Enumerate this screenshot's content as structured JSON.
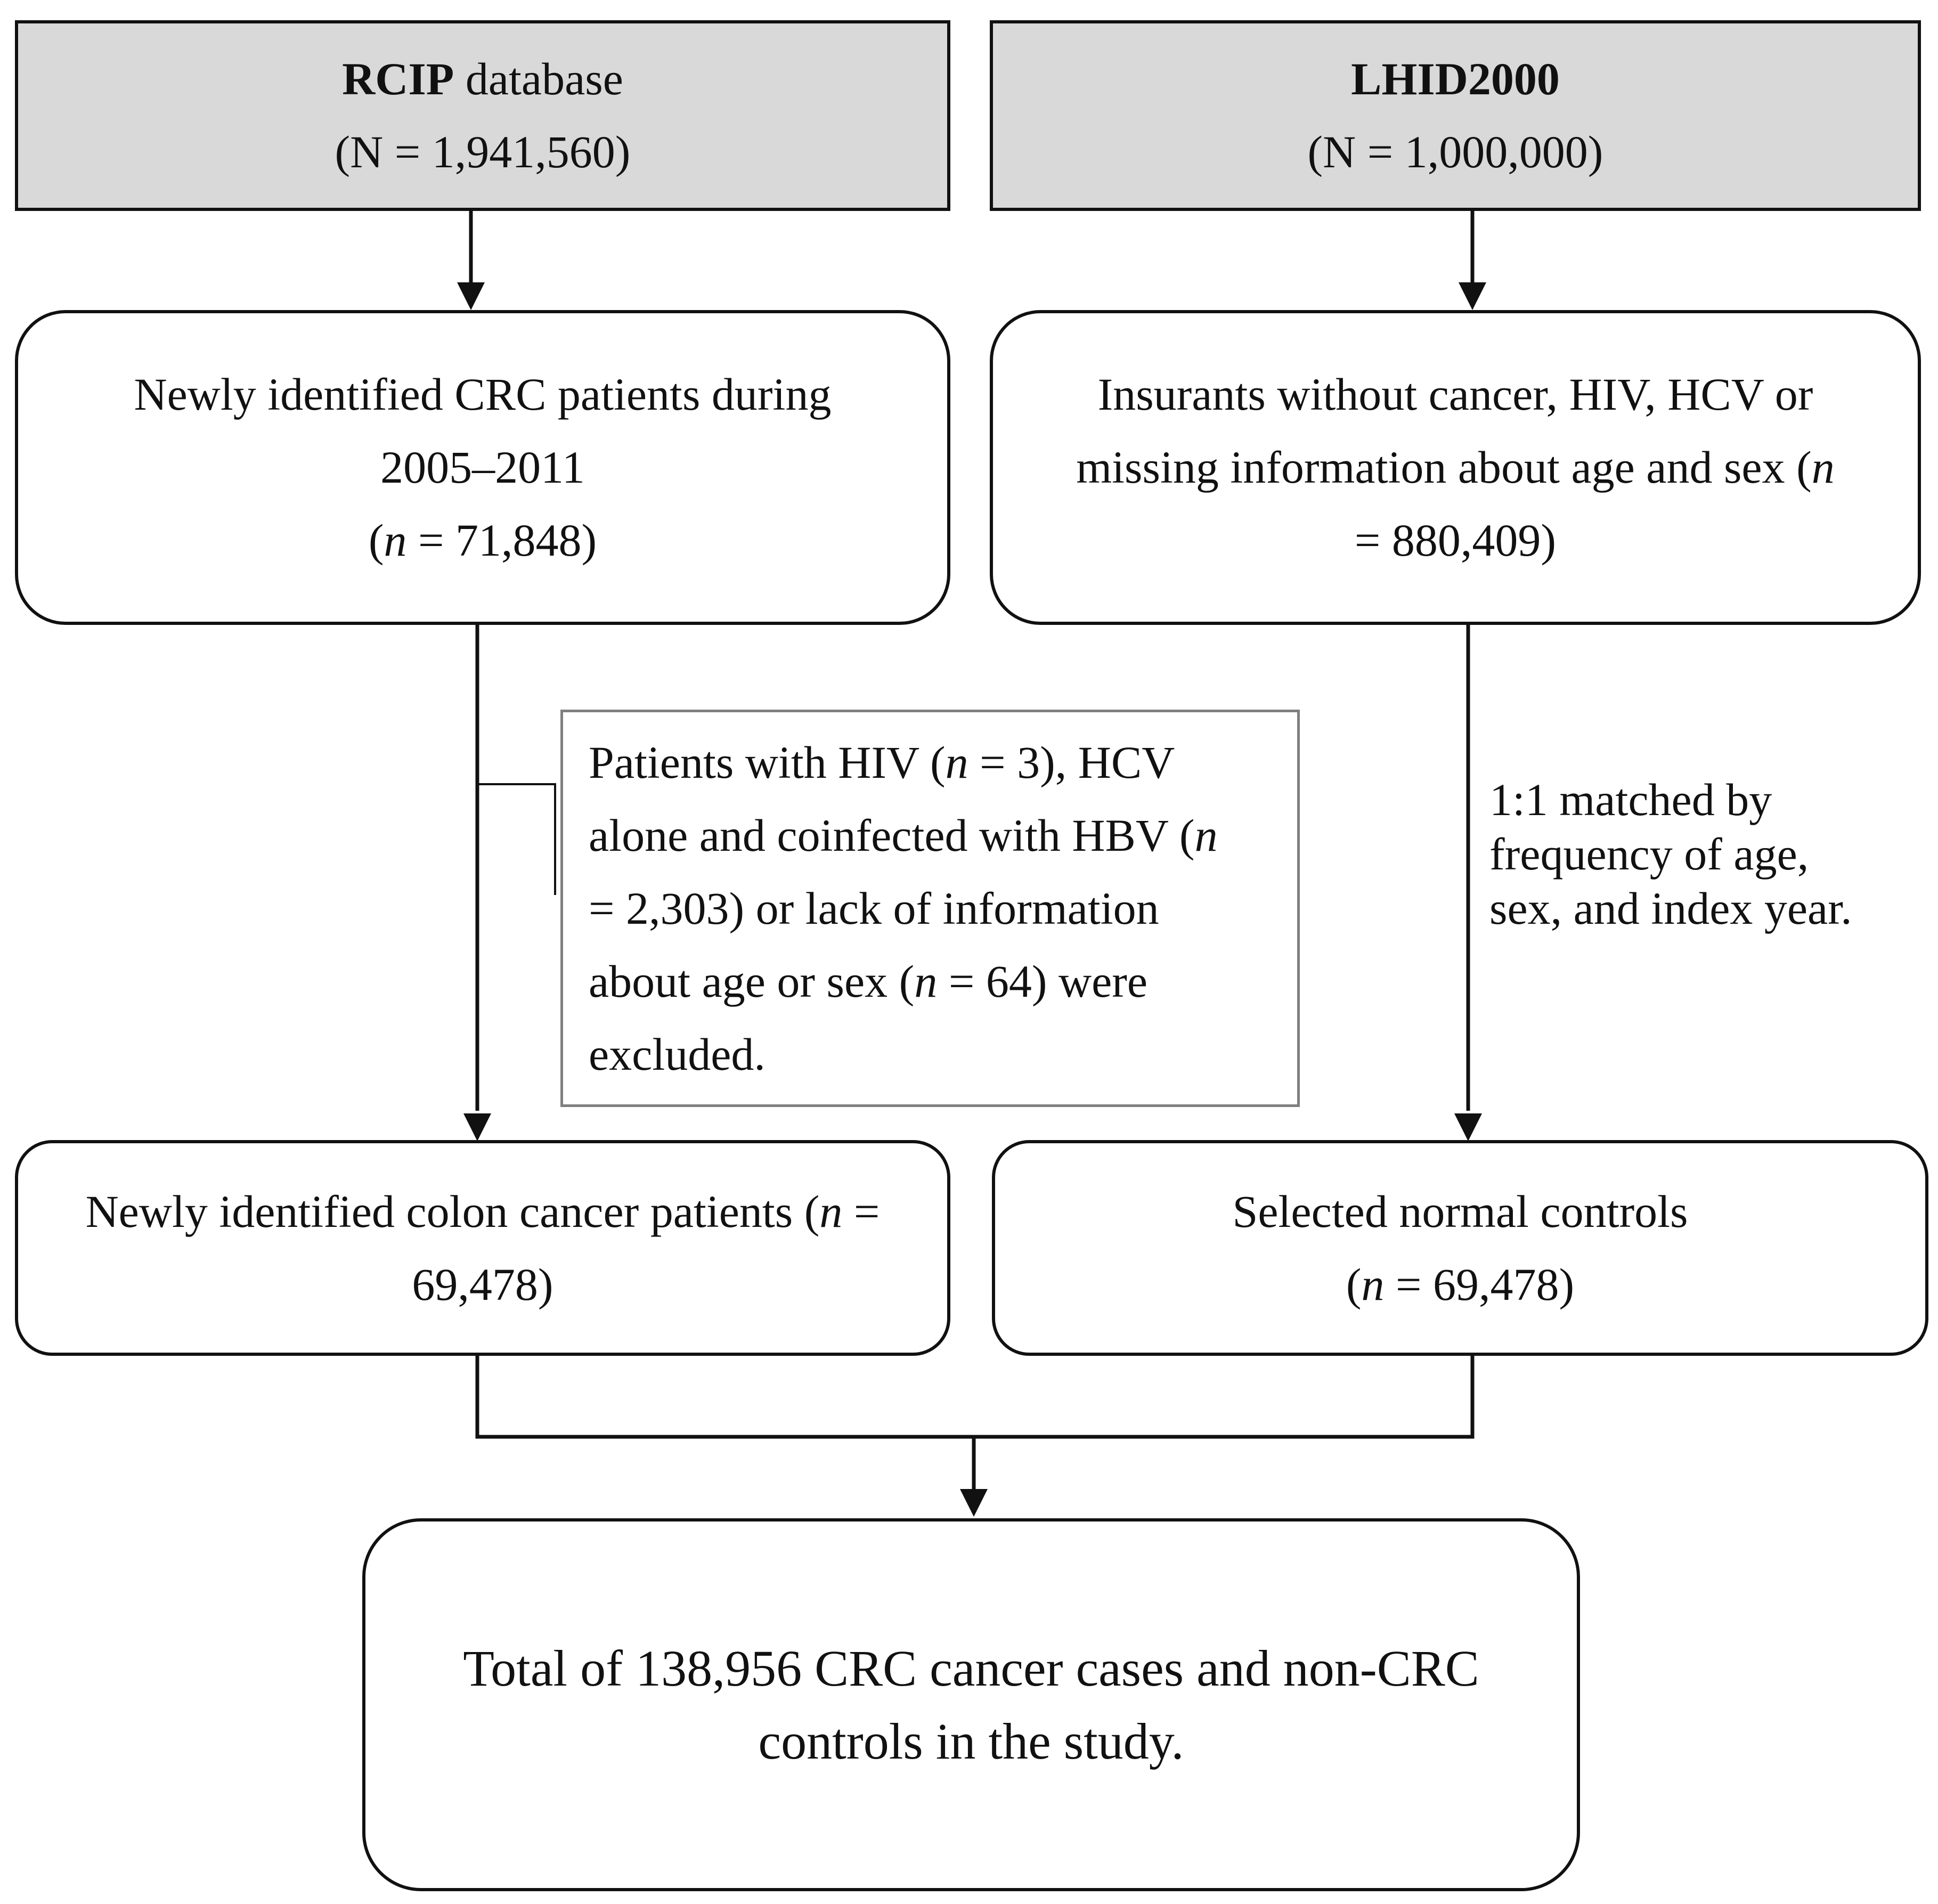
{
  "source_left": {
    "name_bold": "RCIP",
    "name_rest": " database",
    "count": "(N = 1,941,560)"
  },
  "source_right": {
    "name_bold": "LHID2000",
    "count": "(N = 1,000,000)"
  },
  "crc_patients": {
    "line1": "Newly identified CRC patients during",
    "line2": "2005–2011",
    "n_prefix": "(",
    "n_var": "n",
    "n_suffix": " = 71,848)"
  },
  "insurants": {
    "line1": "Insurants without cancer, HIV, HCV or",
    "line2_text": "missing information about age and sex (",
    "line2_var": "n",
    "line3": "= 880,409)"
  },
  "exclusion": {
    "l1_a": "Patients with HIV (",
    "l1_var": "n",
    "l1_b": " = 3), HCV",
    "l2_a": "alone and coinfected with HBV (",
    "l2_var": "n",
    "l3": "= 2,303) or lack of information",
    "l4_a": "about age or sex (",
    "l4_var": "n",
    "l4_b": " = 64) were",
    "l5": "excluded."
  },
  "matching_note": {
    "line1": "1:1 matched by",
    "line2": "frequency of age,",
    "line3": "sex, and index year."
  },
  "colon_patients": {
    "l1_a": "Newly identified colon cancer patients (",
    "l1_var": "n",
    "l1_b": " =",
    "line2": "69,478)"
  },
  "controls": {
    "line1": "Selected normal controls",
    "n_prefix": "(",
    "n_var": "n",
    "n_suffix": " = 69,478)"
  },
  "total": {
    "line1": "Total of 138,956 CRC cancer cases and non-CRC",
    "line2": "controls in the study."
  },
  "colors": {
    "source_fill": "#d9d9d9",
    "stroke": "#111111",
    "exclusion_border": "#7f7f7f"
  }
}
